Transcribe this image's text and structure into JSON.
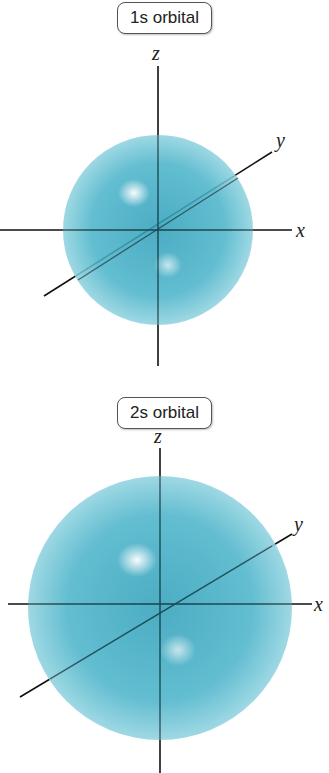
{
  "diagram": {
    "nodes": [
      {
        "text": [
          "1s orbital"
        ]
      },
      {
        "text": [
          "2s orbital"
        ]
      }
    ],
    "labels": [
      "z",
      "y",
      "x",
      "z",
      "y",
      "x"
    ]
  }
}
